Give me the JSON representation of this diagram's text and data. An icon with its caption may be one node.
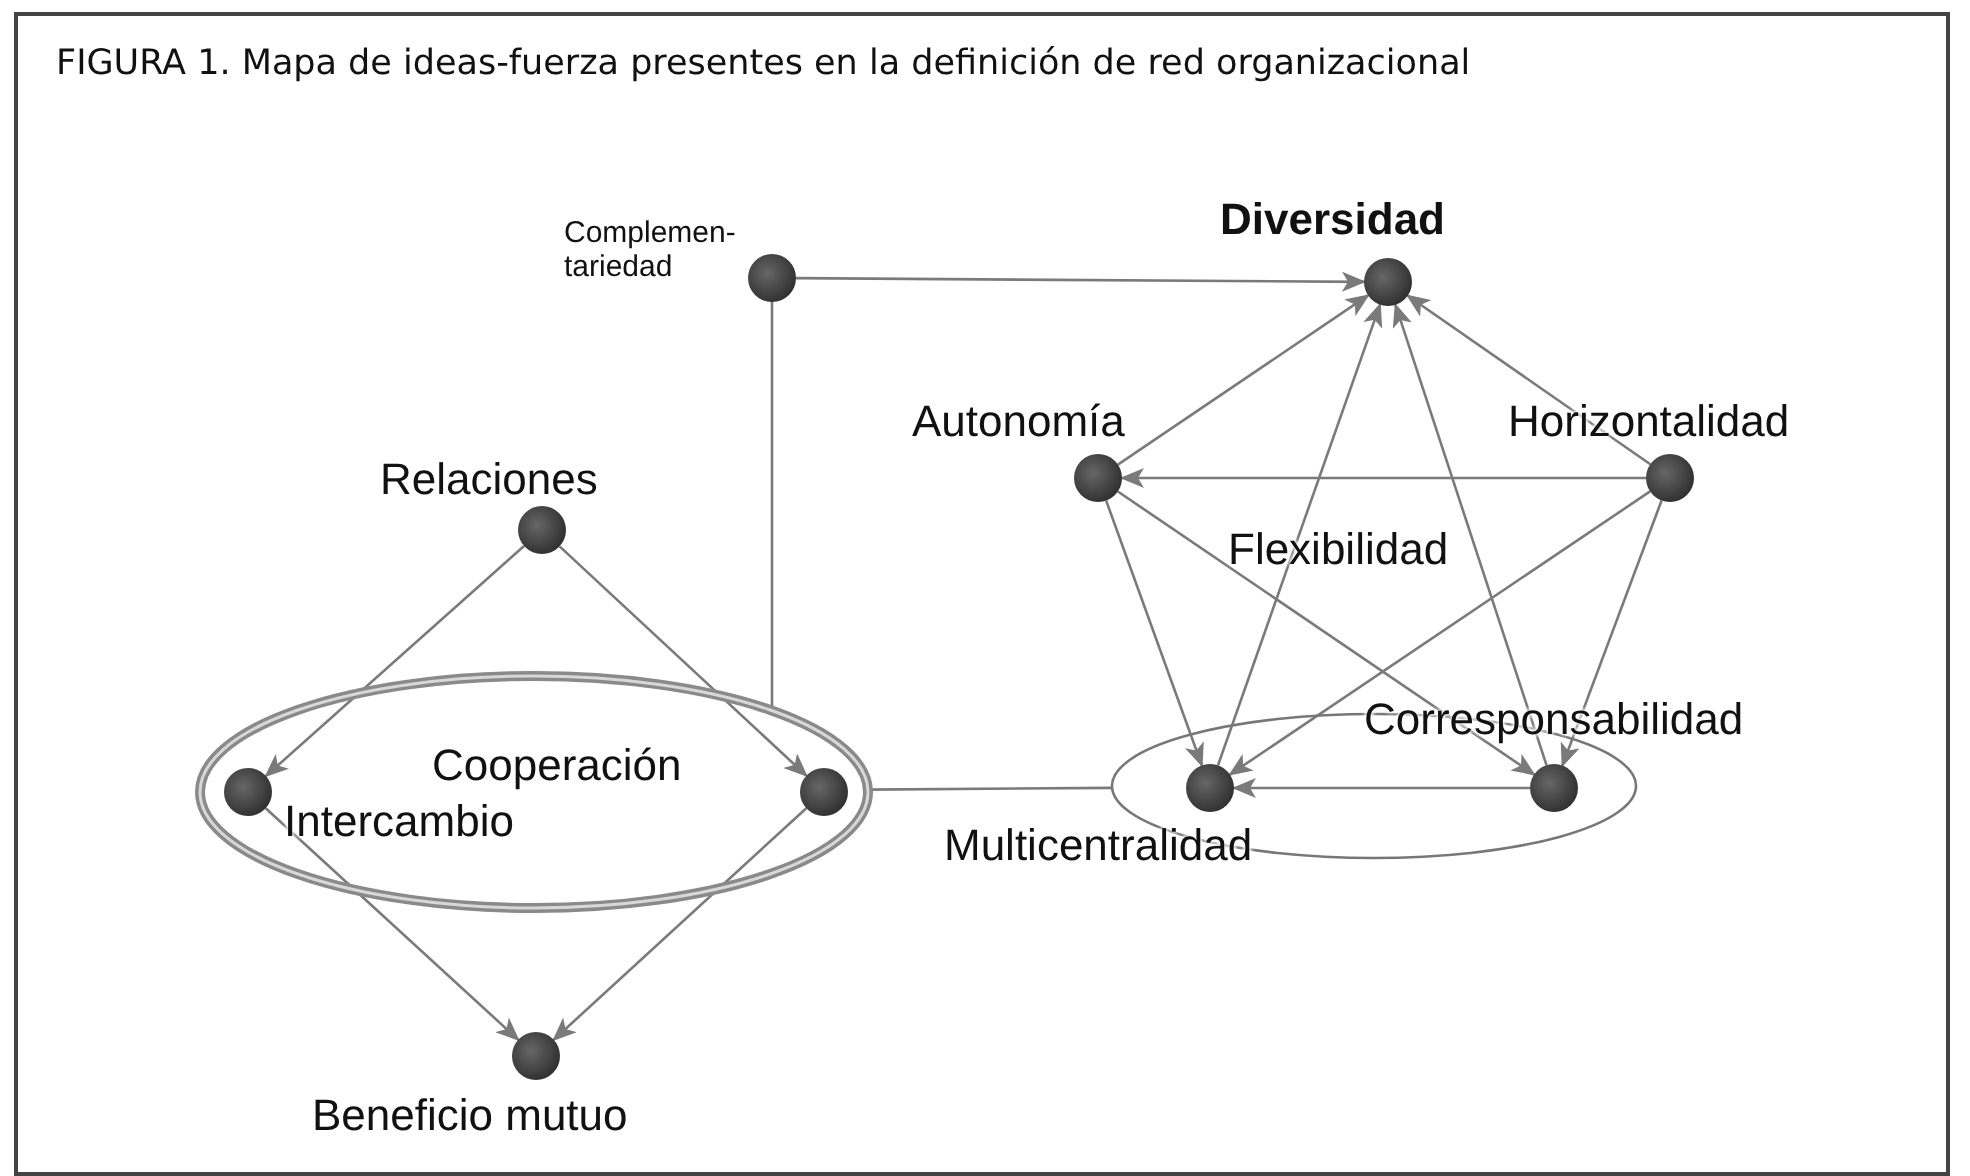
{
  "diagram": {
    "title": "FIGURA 1. Mapa de ideas-fuerza presentes en la definición de red organizacional",
    "nodes": [
      {
        "text": [
          "Complemen- tariedad"
        ]
      },
      {
        "text": [
          "Diversidad"
        ]
      },
      {
        "text": [
          "Autonomía"
        ]
      },
      {
        "text": [
          "Horizontalidad"
        ]
      },
      {
        "text": [
          "Relaciones"
        ]
      },
      {
        "text": [],
        "shape": "ellipse"
      },
      {
        "text": [
          "Intercambio"
        ],
        "in": 5
      },
      {
        "text": [
          "Cooperación"
        ],
        "in": 5
      },
      {
        "text": [],
        "shape": "ellipse"
      },
      {
        "text": [
          "Multicentralidad"
        ],
        "in": 8
      },
      {
        "text": [
          "Corresponsabilidad"
        ],
        "in": 8
      },
      {
        "text": [
          "Beneficio mutuo"
        ]
      }
    ],
    "edges": [
      {
        "from": 0,
        "to": 1,
        "arrow": "to"
      },
      {
        "from": 0,
        "to": 5,
        "arrow": "none"
      },
      {
        "from": 4,
        "to": 6,
        "arrow": "to"
      },
      {
        "from": 4,
        "to": 7,
        "arrow": "to"
      },
      {
        "from": 6,
        "to": 11,
        "arrow": "to"
      },
      {
        "from": 7,
        "to": 11,
        "arrow": "to"
      },
      {
        "from": 5,
        "to": 8,
        "arrow": "none"
      },
      {
        "from": 2,
        "to": 1,
        "arrow": "to"
      },
      {
        "from": 3,
        "to": 1,
        "arrow": "to"
      },
      {
        "from": 3,
        "to": 2,
        "arrow": "to"
      },
      {
        "from": 9,
        "to": 1,
        "arrow": "to"
      },
      {
        "from": 10,
        "to": 1,
        "arrow": "to"
      },
      {
        "from": 2,
        "to": 9,
        "arrow": "to"
      },
      {
        "from": 2,
        "to": 10,
        "arrow": "to"
      },
      {
        "from": 3,
        "to": 9,
        "arrow": "to"
      },
      {
        "from": 3,
        "to": 10,
        "arrow": "to"
      },
      {
        "from": 10,
        "to": 9,
        "arrow": "to"
      }
    ],
    "labels": [
      "Flexibilidad"
    ]
  }
}
